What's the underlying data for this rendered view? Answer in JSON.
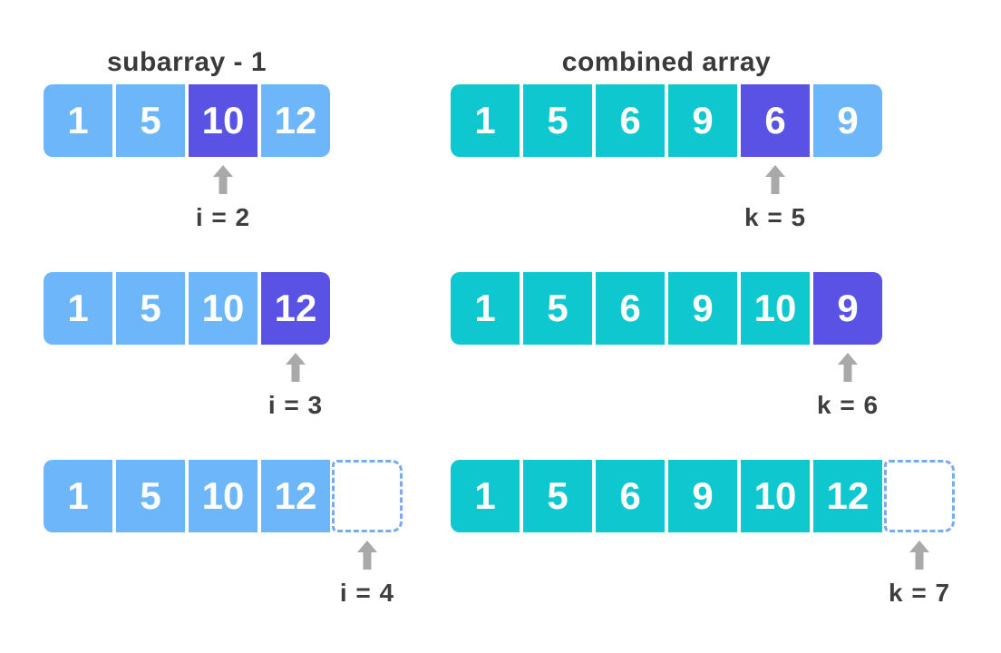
{
  "palette": {
    "cell_blue": "#6DB6F9",
    "cell_teal": "#0FC7CF",
    "cell_purple": "#5A52E5",
    "cell_text": "#FFFFFF",
    "title_text": "#3A3A3A",
    "pointer_text": "#3E3E3E",
    "arrow": "#A9A9A9",
    "dashed_border": "#79ABF3",
    "bg": "#FFFFFF"
  },
  "left_panel": {
    "title": "subarray - 1",
    "rows": [
      {
        "cells": [
          "1",
          "5",
          "10",
          "12"
        ],
        "highlight_index": 2,
        "pointer": "i = 2"
      },
      {
        "cells": [
          "1",
          "5",
          "10",
          "12"
        ],
        "highlight_index": 3,
        "pointer": "i = 3"
      },
      {
        "cells": [
          "1",
          "5",
          "10",
          "12"
        ],
        "highlight_index": null,
        "has_empty_slot": true,
        "pointer": "i = 4"
      }
    ]
  },
  "right_panel": {
    "title": "combined array",
    "rows": [
      {
        "cells": [
          "1",
          "5",
          "6",
          "9",
          "6",
          "9"
        ],
        "highlight_index": 4,
        "pointer": "k = 5"
      },
      {
        "cells": [
          "1",
          "5",
          "6",
          "9",
          "10",
          "9"
        ],
        "highlight_index": 5,
        "pointer": "k = 6"
      },
      {
        "cells": [
          "1",
          "5",
          "6",
          "9",
          "10",
          "12"
        ],
        "highlight_index": null,
        "has_empty_slot": true,
        "pointer": "k = 7"
      }
    ]
  }
}
